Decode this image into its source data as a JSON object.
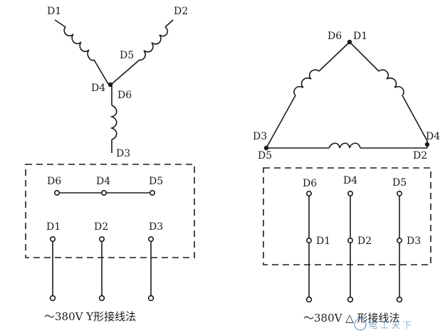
{
  "star": {
    "labels": {
      "d1": "D1",
      "d2": "D2",
      "d5": "D5",
      "d4": "D4",
      "d6": "D6",
      "d3": "D3",
      "box_d6": "D6",
      "box_d4": "D4",
      "box_d5": "D5",
      "box_d1": "D1",
      "box_d2": "D2",
      "box_d3": "D3"
    },
    "caption": "～380V Y形接线法"
  },
  "delta": {
    "labels": {
      "top_d6": "D6",
      "top_d1": "D1",
      "left_d3": "D3",
      "left_d5": "D5",
      "right_d4": "D4",
      "right_d2": "D2",
      "box_d6": "D6",
      "box_d4": "D4",
      "box_d5": "D5",
      "box_d1": "D1",
      "box_d2": "D2",
      "box_d3": "D3"
    },
    "caption": "～380V △ 形接线法"
  },
  "watermark": "电 工 天 下",
  "colors": {
    "line": "#1a1a1a",
    "watermark": "#5a8fc8"
  }
}
